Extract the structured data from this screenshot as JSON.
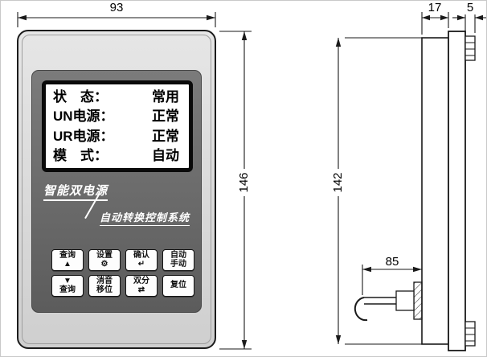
{
  "dimensions": {
    "front_width_mm": "93",
    "front_height_mm": "146",
    "body_depth_mm": "17",
    "flange_depth_mm": "5",
    "body_height_mm": "142",
    "bracket_length_mm": "85"
  },
  "front_view": {
    "display": {
      "rows": [
        {
          "label": "状　态：",
          "value": "常用"
        },
        {
          "label": "UN电源：",
          "value": "正常"
        },
        {
          "label": "UR电源：",
          "value": "正常"
        },
        {
          "label": "模　式：",
          "value": "自动"
        }
      ]
    },
    "branding": {
      "line1": "智能双电源",
      "line2": "自动转换控制系统"
    },
    "buttons": [
      {
        "top": "查询",
        "bottom": "▲"
      },
      {
        "top": "设置",
        "bottom": "⚙"
      },
      {
        "top": "确认",
        "bottom": "↵"
      },
      {
        "top": "自动",
        "bottom": "手动"
      },
      {
        "top": "▼",
        "bottom": "查询"
      },
      {
        "top": "消音",
        "bottom": "移位"
      },
      {
        "top": "双分",
        "bottom": "⇄"
      },
      {
        "top": "复位",
        "bottom": ""
      }
    ]
  },
  "colors": {
    "panel_gray": "#6b6b6b",
    "bezel_gray": "#d9d9d9",
    "line_black": "#1a1a1a"
  }
}
